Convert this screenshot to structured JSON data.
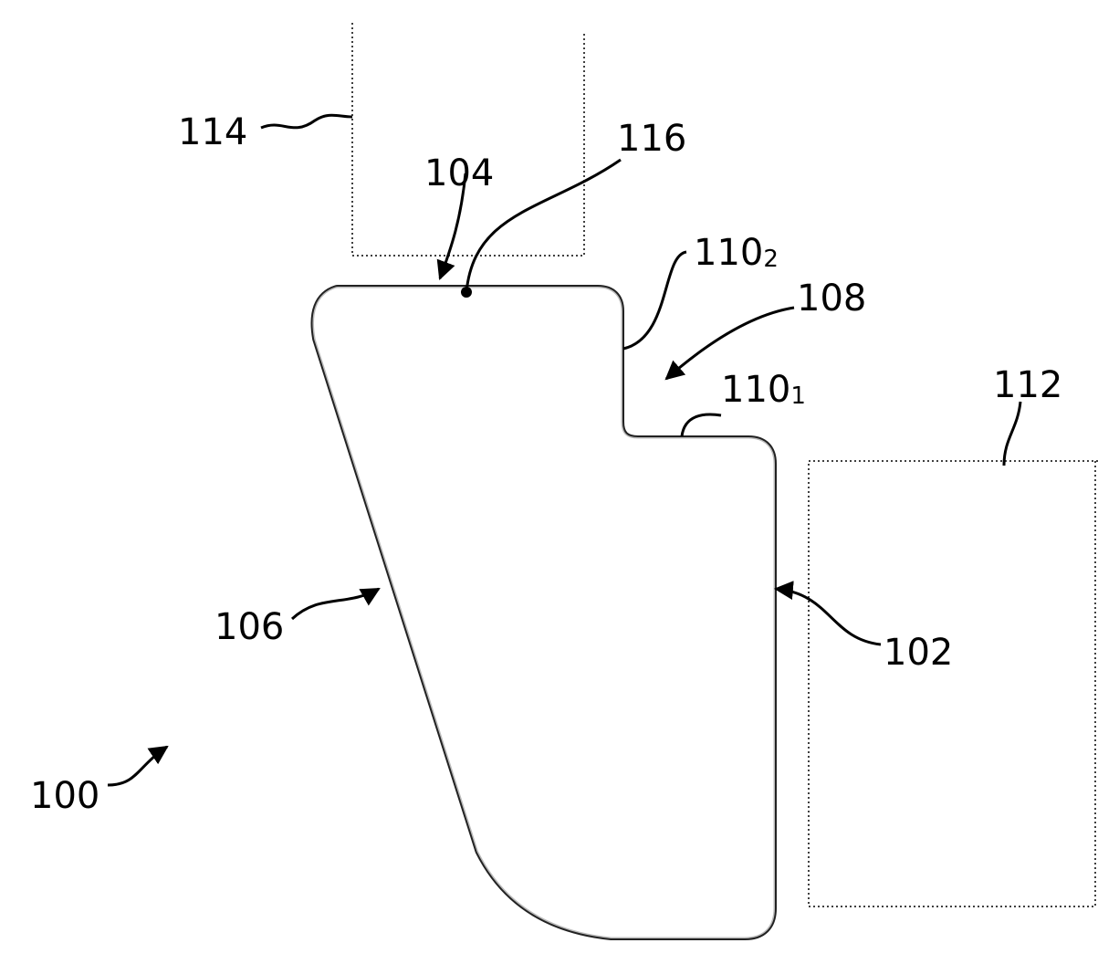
{
  "figure": {
    "labels": {
      "l100": "100",
      "l102": "102",
      "l104": "104",
      "l106": "106",
      "l108": "108",
      "l110_1": "110",
      "l110_1_sub": "1",
      "l110_2": "110",
      "l110_2_sub": "2",
      "l112": "112",
      "l114": "114",
      "l116": "116"
    }
  }
}
